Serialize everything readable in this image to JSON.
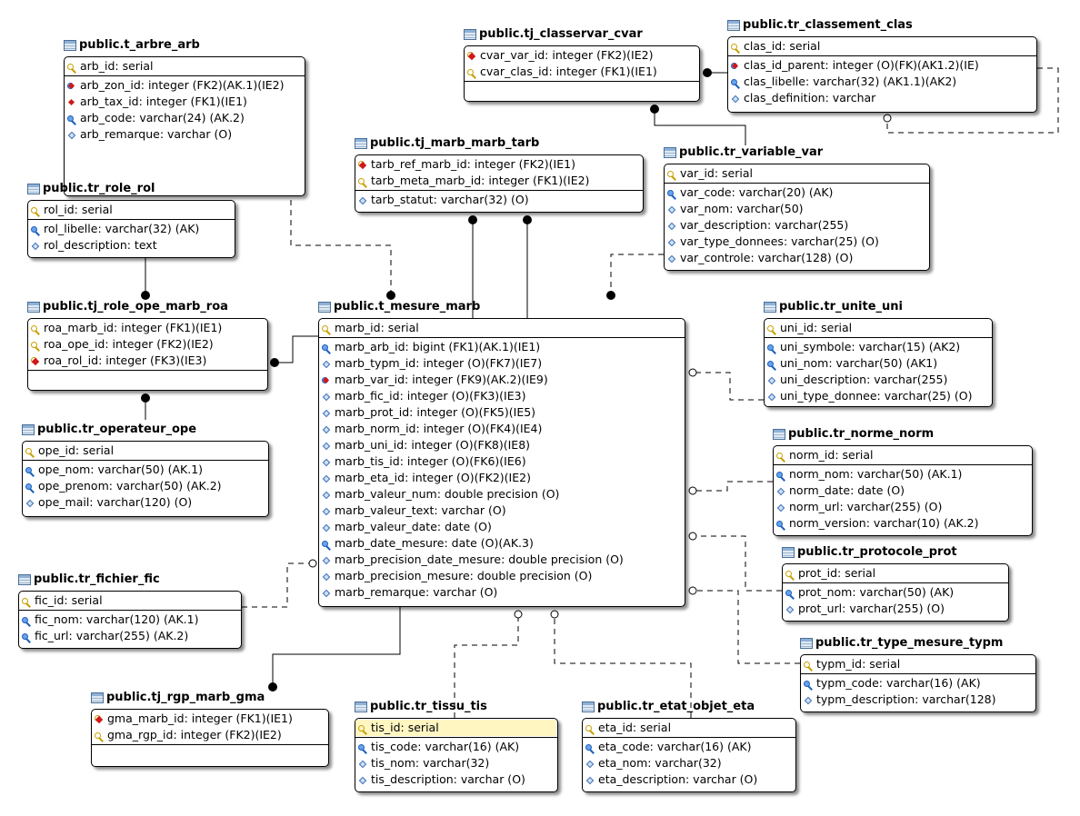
{
  "colors": {
    "line": "#000000",
    "highlight": "#fff6c2",
    "fk_icon": "#d01818",
    "pk_icon": "#c8a000",
    "ak_icon": "#1a5fbf"
  },
  "entities": {
    "arbre": {
      "title": "public.t_arbre_arb",
      "pk": [
        {
          "icon": "pk",
          "text": "arb_id: serial"
        }
      ],
      "attrs": [
        {
          "icon": "akfk",
          "text": "arb_zon_id: integer (FK2)(AK.1)(IE2)"
        },
        {
          "icon": "fk",
          "text": "arb_tax_id: integer (FK1)(IE1)"
        },
        {
          "icon": "ak",
          "text": "arb_code: varchar(24) (AK.2)"
        },
        {
          "icon": "attr",
          "text": "arb_remarque: varchar (O)"
        }
      ]
    },
    "classervar": {
      "title": "public.tj_classervar_cvar",
      "pk": [
        {
          "icon": "pkfk",
          "text": "cvar_var_id: integer (FK2)(IE2)"
        },
        {
          "icon": "pk",
          "text": "cvar_clas_id: integer (FK1)(IE1)"
        }
      ],
      "attrs": []
    },
    "classement": {
      "title": "public.tr_classement_clas",
      "pk": [
        {
          "icon": "pk",
          "text": "clas_id: serial"
        }
      ],
      "attrs": [
        {
          "icon": "akfk",
          "text": "clas_id_parent: integer (O)(FK)(AK1.2)(IE)"
        },
        {
          "icon": "ak",
          "text": "clas_libelle: varchar(32) (AK1.1)(AK2)"
        },
        {
          "icon": "attr",
          "text": "clas_definition: varchar"
        }
      ]
    },
    "marb_tarb": {
      "title": "public.tj_marb_marb_tarb",
      "pk": [
        {
          "icon": "pkfk",
          "text": "tarb_ref_marb_id: integer (FK2)(IE1)"
        },
        {
          "icon": "pk",
          "text": "tarb_meta_marb_id: integer (FK1)(IE2)"
        }
      ],
      "attrs": [
        {
          "icon": "attr",
          "text": "tarb_statut: varchar(32) (O)"
        }
      ]
    },
    "variable": {
      "title": "public.tr_variable_var",
      "pk": [
        {
          "icon": "pk",
          "text": "var_id: serial"
        }
      ],
      "attrs": [
        {
          "icon": "ak",
          "text": "var_code: varchar(20) (AK)"
        },
        {
          "icon": "attr",
          "text": "var_nom: varchar(50)"
        },
        {
          "icon": "attr",
          "text": "var_description: varchar(255)"
        },
        {
          "icon": "attr",
          "text": "var_type_donnees: varchar(25) (O)"
        },
        {
          "icon": "attr",
          "text": "var_controle: varchar(128) (O)"
        }
      ]
    },
    "role": {
      "title": "public.tr_role_rol",
      "pk": [
        {
          "icon": "pk",
          "text": "rol_id: serial"
        }
      ],
      "attrs": [
        {
          "icon": "ak",
          "text": "rol_libelle: varchar(32) (AK)"
        },
        {
          "icon": "attr",
          "text": "rol_description: text"
        }
      ]
    },
    "role_ope": {
      "title": "public.tj_role_ope_marb_roa",
      "pk": [
        {
          "icon": "pk",
          "text": "roa_marb_id: integer (FK1)(IE1)"
        },
        {
          "icon": "pk",
          "text": "roa_ope_id: integer (FK2)(IE2)"
        },
        {
          "icon": "pkfk",
          "text": "roa_rol_id: integer (FK3)(IE3)"
        }
      ],
      "attrs": []
    },
    "mesure": {
      "title": "public.t_mesure_marb",
      "pk": [
        {
          "icon": "pk",
          "text": "marb_id: serial"
        }
      ],
      "attrs": [
        {
          "icon": "ak",
          "text": "marb_arb_id: bigint (FK1)(AK.1)(IE1)"
        },
        {
          "icon": "attr",
          "text": "marb_typm_id: integer (O)(FK7)(IE7)"
        },
        {
          "icon": "akfk",
          "text": "marb_var_id: integer (FK9)(AK.2)(IE9)"
        },
        {
          "icon": "attr",
          "text": "marb_fic_id: integer (O)(FK3)(IE3)"
        },
        {
          "icon": "attr",
          "text": "marb_prot_id: integer (O)(FK5)(IE5)"
        },
        {
          "icon": "attr",
          "text": "marb_norm_id: integer (O)(FK4)(IE4)"
        },
        {
          "icon": "attr",
          "text": "marb_uni_id: integer (O)(FK8)(IE8)"
        },
        {
          "icon": "attr",
          "text": "marb_tis_id: integer (O)(FK6)(IE6)"
        },
        {
          "icon": "attr",
          "text": "marb_eta_id: integer (O)(FK2)(IE2)"
        },
        {
          "icon": "attr",
          "text": "marb_valeur_num: double precision (O)"
        },
        {
          "icon": "attr",
          "text": "marb_valeur_text: varchar (O)"
        },
        {
          "icon": "attr",
          "text": "marb_valeur_date: date (O)"
        },
        {
          "icon": "ak",
          "text": "marb_date_mesure: date (O)(AK.3)"
        },
        {
          "icon": "attr",
          "text": "marb_precision_date_mesure: double precision (O)"
        },
        {
          "icon": "attr",
          "text": "marb_precision_mesure: double precision (O)"
        },
        {
          "icon": "attr",
          "text": "marb_remarque: varchar (O)"
        }
      ]
    },
    "unite": {
      "title": "public.tr_unite_uni",
      "pk": [
        {
          "icon": "pk",
          "text": "uni_id: serial"
        }
      ],
      "attrs": [
        {
          "icon": "ak",
          "text": "uni_symbole: varchar(15) (AK2)"
        },
        {
          "icon": "ak",
          "text": "uni_nom: varchar(50) (AK1)"
        },
        {
          "icon": "attr",
          "text": "uni_description: varchar(255)"
        },
        {
          "icon": "attr",
          "text": "uni_type_donnee: varchar(25) (O)"
        }
      ]
    },
    "operateur": {
      "title": "public.tr_operateur_ope",
      "pk": [
        {
          "icon": "pk",
          "text": "ope_id: serial"
        }
      ],
      "attrs": [
        {
          "icon": "ak",
          "text": "ope_nom: varchar(50) (AK.1)"
        },
        {
          "icon": "ak",
          "text": "ope_prenom: varchar(50) (AK.2)"
        },
        {
          "icon": "attr",
          "text": "ope_mail: varchar(120) (O)"
        }
      ]
    },
    "norme": {
      "title": "public.tr_norme_norm",
      "pk": [
        {
          "icon": "pk",
          "text": "norm_id: serial"
        }
      ],
      "attrs": [
        {
          "icon": "ak",
          "text": "norm_nom: varchar(50) (AK.1)"
        },
        {
          "icon": "attr",
          "text": "norm_date: date (O)"
        },
        {
          "icon": "attr",
          "text": "norm_url: varchar(255) (O)"
        },
        {
          "icon": "ak",
          "text": "norm_version: varchar(10) (AK.2)"
        }
      ]
    },
    "protocole": {
      "title": "public.tr_protocole_prot",
      "pk": [
        {
          "icon": "pk",
          "text": "prot_id: serial"
        }
      ],
      "attrs": [
        {
          "icon": "ak",
          "text": "prot_nom: varchar(50) (AK)"
        },
        {
          "icon": "attr",
          "text": "prot_url: varchar(255) (O)"
        }
      ]
    },
    "fichier": {
      "title": "public.tr_fichier_fic",
      "pk": [
        {
          "icon": "pk",
          "text": "fic_id: serial"
        }
      ],
      "attrs": [
        {
          "icon": "ak",
          "text": "fic_nom: varchar(120) (AK.1)"
        },
        {
          "icon": "ak",
          "text": "fic_url: varchar(255) (AK.2)"
        }
      ]
    },
    "type_mesure": {
      "title": "public.tr_type_mesure_typm",
      "pk": [
        {
          "icon": "pk",
          "text": "typm_id: serial"
        }
      ],
      "attrs": [
        {
          "icon": "ak",
          "text": "typm_code: varchar(16) (AK)"
        },
        {
          "icon": "attr",
          "text": "typm_description: varchar(128)"
        }
      ]
    },
    "rgp": {
      "title": "public.tj_rgp_marb_gma",
      "pk": [
        {
          "icon": "pkfk",
          "text": "gma_marb_id: integer (FK1)(IE1)"
        },
        {
          "icon": "pk",
          "text": "gma_rgp_id: integer (FK2)(IE2)"
        }
      ],
      "attrs": []
    },
    "tissu": {
      "title": "public.tr_tissu_tis",
      "pk": [
        {
          "icon": "pk",
          "text": "tis_id: serial",
          "highlight": true
        }
      ],
      "attrs": [
        {
          "icon": "ak",
          "text": "tis_code: varchar(16) (AK)"
        },
        {
          "icon": "attr",
          "text": "tis_nom: varchar(32)"
        },
        {
          "icon": "attr",
          "text": "tis_description: varchar (O)"
        }
      ]
    },
    "etat": {
      "title": "public.tr_etat_objet_eta",
      "pk": [
        {
          "icon": "pk",
          "text": "eta_id: serial"
        }
      ],
      "attrs": [
        {
          "icon": "ak",
          "text": "eta_code: varchar(16) (AK)"
        },
        {
          "icon": "attr",
          "text": "eta_nom: varchar(32)"
        },
        {
          "icon": "attr",
          "text": "eta_description: varchar (O)"
        }
      ]
    }
  }
}
